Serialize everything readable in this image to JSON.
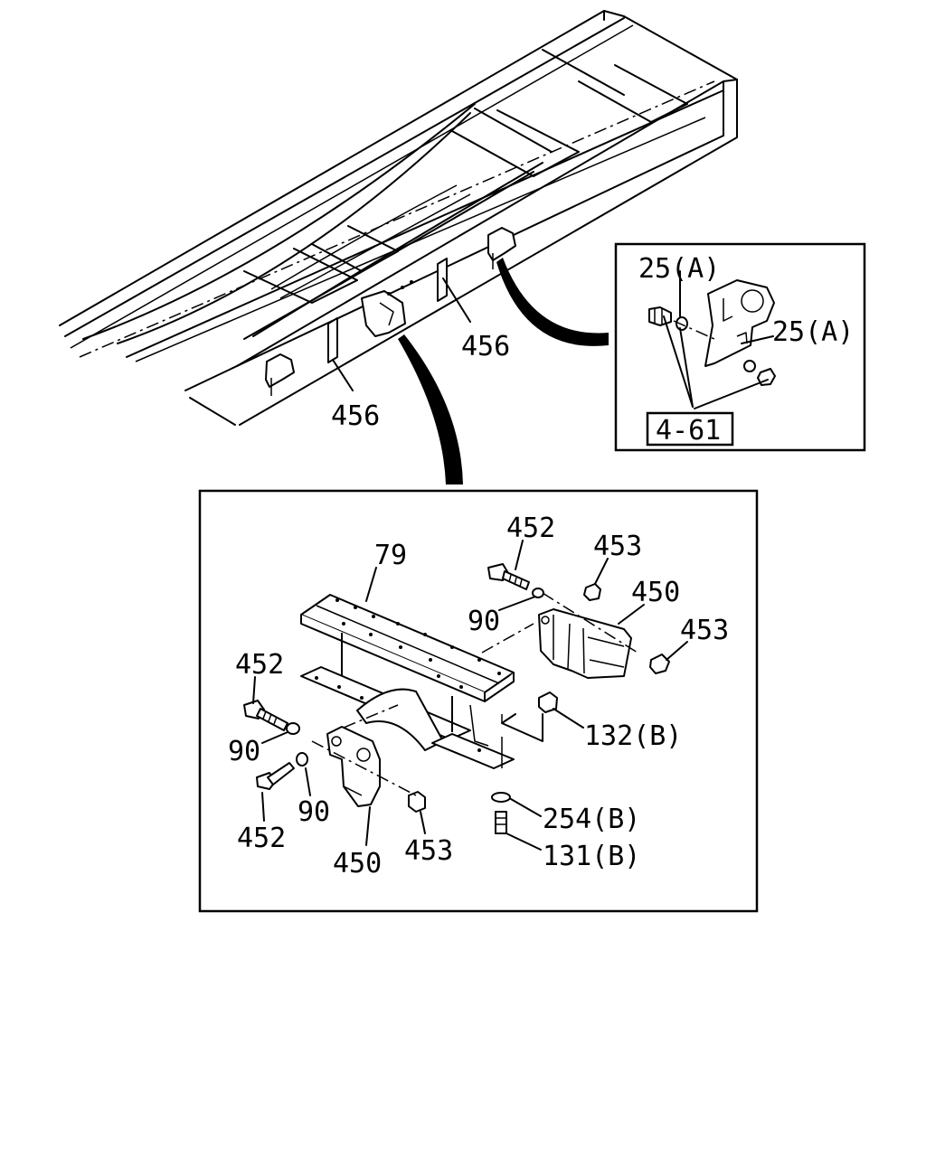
{
  "overview": {
    "callout_left_rail": "456",
    "callout_right_rail": "456"
  },
  "inset_top": {
    "washer_upper": "25(A)",
    "washer_lower": "25(A)",
    "reference": "4-61"
  },
  "inset_bottom": {
    "plate": "79",
    "bolt_upper": "452",
    "nut_upper": "453",
    "washer_upper": "90",
    "bracket_right": "450",
    "nut_right": "453",
    "bolt_left": "452",
    "washer_left": "90",
    "nut_132": "132(B)",
    "bolt_lower": "452",
    "washer_lower": "90",
    "washer_254": "254(B)",
    "bracket_left": "450",
    "nut_left": "453",
    "bolt_131": "131(B)"
  }
}
